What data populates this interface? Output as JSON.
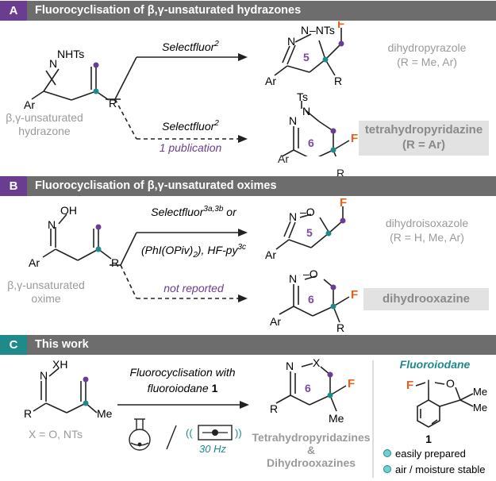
{
  "panel_a": {
    "letter": "A",
    "title": "Fluorocyclisation of β,γ-unsaturated hydrazones",
    "substrate_label_1": "β,γ-unsaturated",
    "substrate_label_2": "hydrazone",
    "reagent_top": "Selectfluor",
    "reagent_top_sup": "2",
    "reagent_bottom": "Selectfluor",
    "reagent_bottom_sup": "2",
    "note_bottom": "1 publication",
    "product_top_label": "dihydropyrazole",
    "product_top_sub": "(R = Me, Ar)",
    "product_bottom_label_1": "tetrahydropyridazine",
    "product_bottom_label_2": "(R = Ar)",
    "ring_top": "5",
    "ring_bottom": "6"
  },
  "panel_b": {
    "letter": "B",
    "title": "Fluorocyclisation of β,γ-unsaturated oximes",
    "substrate_label_1": "β,γ-unsaturated",
    "substrate_label_2": "oxime",
    "reagent_top_1": "Selectfluor",
    "reagent_top_1_sup": "3a,3b",
    "reagent_top_1_tail": " or",
    "reagent_top_2": "(PhI(OPiv)",
    "reagent_top_2_sub": "2",
    "reagent_top_2_tail": "), HF-py",
    "reagent_top_2_sup": "3c",
    "note_bottom": "not reported",
    "product_top_label": "dihydroisoxazole",
    "product_top_sub": "(R = H, Me, Ar)",
    "product_bottom_label": "dihydrooxazine",
    "ring_top": "5",
    "ring_bottom": "6"
  },
  "panel_c": {
    "letter": "C",
    "title": "This work",
    "substrate_label": "X = O, NTs",
    "reagent_1": "Fluorocyclisation with",
    "reagent_2": "fluoroiodane",
    "reagent_2_num": "1",
    "frequency": "30 Hz",
    "product_label_1": "Tetrahydropyridazines",
    "product_label_2": "&",
    "product_label_3": "Dihydrooxazines",
    "ring": "6",
    "reagent_title": "Fluoroiodane",
    "reagent_number": "1",
    "bullet_1": "easily prepared",
    "bullet_2": "air / moisture stable"
  },
  "colors": {
    "header_gray": "#6d6d6d",
    "purple": "#6a3d91",
    "teal": "#1f8a8a",
    "fluorine": "#e8601c",
    "ring_number": "#7a4aa0"
  }
}
